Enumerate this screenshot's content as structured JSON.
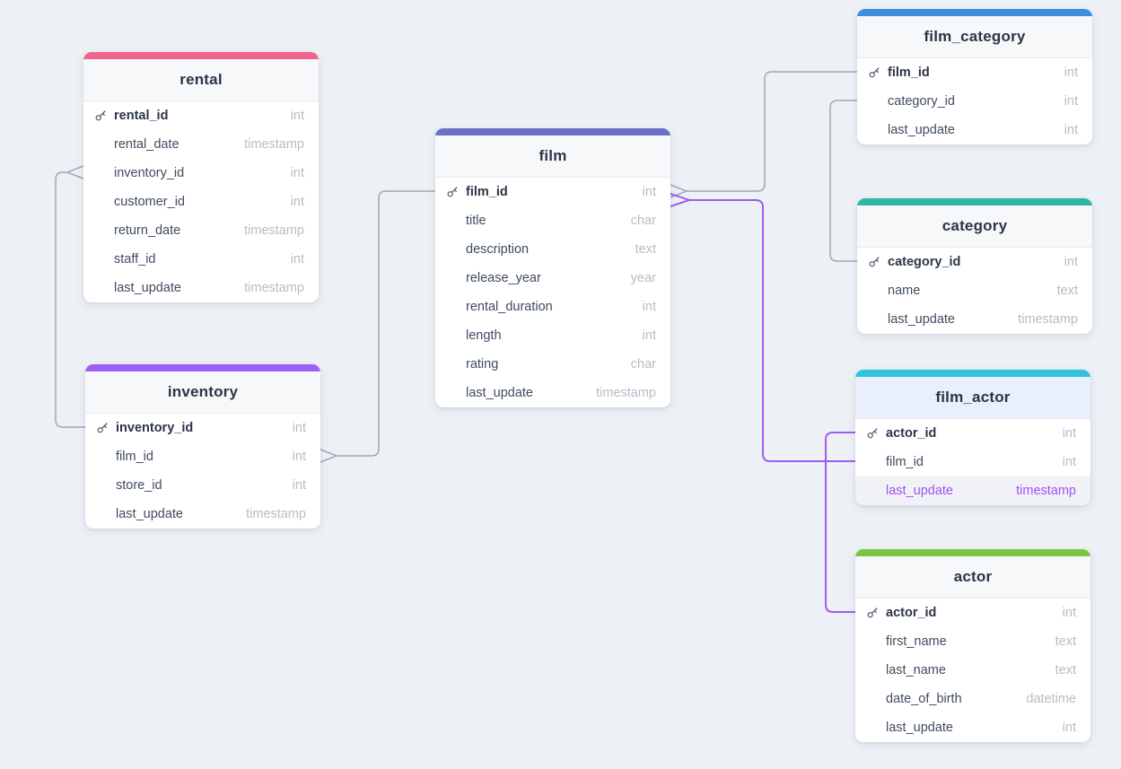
{
  "canvas": {
    "background": "#edf1f6",
    "connector_color": "#a0a8b4",
    "connector_highlight_color": "#a25bf2"
  },
  "tables": [
    {
      "name": "rental",
      "color": "#f0648e",
      "selected": false,
      "fields": [
        {
          "name": "rental_id",
          "type": "int",
          "pk": true
        },
        {
          "name": "rental_date",
          "type": "timestamp"
        },
        {
          "name": "inventory_id",
          "type": "int"
        },
        {
          "name": "customer_id",
          "type": "int"
        },
        {
          "name": "return_date",
          "type": "timestamp"
        },
        {
          "name": "staff_id",
          "type": "int"
        },
        {
          "name": "last_update",
          "type": "timestamp"
        }
      ]
    },
    {
      "name": "inventory",
      "color": "#9d5ff0",
      "selected": false,
      "fields": [
        {
          "name": "inventory_id",
          "type": "int",
          "pk": true
        },
        {
          "name": "film_id",
          "type": "int"
        },
        {
          "name": "store_id",
          "type": "int"
        },
        {
          "name": "last_update",
          "type": "timestamp"
        }
      ]
    },
    {
      "name": "film",
      "color": "#6b70c9",
      "selected": false,
      "fields": [
        {
          "name": "film_id",
          "type": "int",
          "pk": true
        },
        {
          "name": "title",
          "type": "char"
        },
        {
          "name": "description",
          "type": "text"
        },
        {
          "name": "release_year",
          "type": "year"
        },
        {
          "name": "rental_duration",
          "type": "int"
        },
        {
          "name": "length",
          "type": "int"
        },
        {
          "name": "rating",
          "type": "char"
        },
        {
          "name": "last_update",
          "type": "timestamp"
        }
      ]
    },
    {
      "name": "film_category",
      "color": "#3d8edc",
      "selected": false,
      "fields": [
        {
          "name": "film_id",
          "type": "int",
          "pk": true
        },
        {
          "name": "category_id",
          "type": "int"
        },
        {
          "name": "last_update",
          "type": "int"
        }
      ]
    },
    {
      "name": "category",
      "color": "#30b6a6",
      "selected": false,
      "fields": [
        {
          "name": "category_id",
          "type": "int",
          "pk": true
        },
        {
          "name": "name",
          "type": "text"
        },
        {
          "name": "last_update",
          "type": "timestamp"
        }
      ]
    },
    {
      "name": "film_actor",
      "color": "#2fc3de",
      "selected": true,
      "fields": [
        {
          "name": "actor_id",
          "type": "int",
          "pk": true
        },
        {
          "name": "film_id",
          "type": "int"
        },
        {
          "name": "last_update",
          "type": "timestamp",
          "highlighted": true
        }
      ]
    },
    {
      "name": "actor",
      "color": "#7dc440",
      "selected": false,
      "fields": [
        {
          "name": "actor_id",
          "type": "int",
          "pk": true
        },
        {
          "name": "first_name",
          "type": "text"
        },
        {
          "name": "last_name",
          "type": "text"
        },
        {
          "name": "date_of_birth",
          "type": "datetime"
        },
        {
          "name": "last_update",
          "type": "int"
        }
      ]
    }
  ],
  "relationships": [
    {
      "from": "rental.inventory_id",
      "to": "inventory.inventory_id",
      "highlighted": false
    },
    {
      "from": "inventory.film_id",
      "to": "film.film_id",
      "highlighted": false
    },
    {
      "from": "film_category.film_id",
      "to": "film.film_id",
      "highlighted": false
    },
    {
      "from": "film_category.category_id",
      "to": "category.category_id",
      "highlighted": false
    },
    {
      "from": "film_actor.film_id",
      "to": "film.film_id",
      "highlighted": true
    },
    {
      "from": "film_actor.actor_id",
      "to": "actor.actor_id",
      "highlighted": true
    }
  ]
}
